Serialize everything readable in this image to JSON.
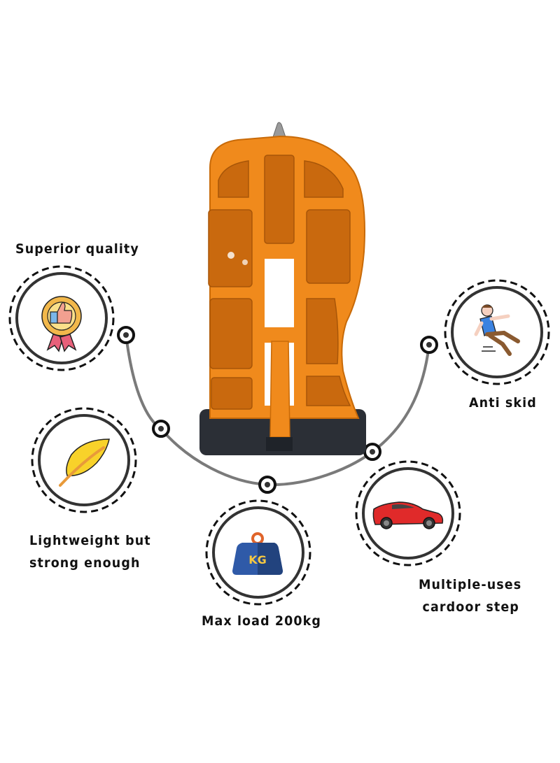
{
  "product": {
    "name": "car door step",
    "color": "#F08A1C",
    "base_color": "#2B2F36"
  },
  "features": [
    {
      "id": "superior-quality",
      "label_lines": [
        "Superior quality"
      ],
      "icon": "award-thumbs-up-icon"
    },
    {
      "id": "lightweight",
      "label_lines": [
        "Lightweight but",
        "strong  enough"
      ],
      "icon": "feather-icon"
    },
    {
      "id": "max-load",
      "label_lines": [
        "Max load 200kg"
      ],
      "icon": "kg-weight-icon",
      "icon_text": "KG"
    },
    {
      "id": "multiple-uses",
      "label_lines": [
        "Multiple-uses",
        "cardoor step"
      ],
      "icon": "sports-car-icon"
    },
    {
      "id": "anti-skid",
      "label_lines": [
        "Anti  skid"
      ],
      "icon": "slipping-person-icon"
    }
  ],
  "connector": {
    "line_color": "#7A7A7A",
    "dot_color": "#111111"
  }
}
